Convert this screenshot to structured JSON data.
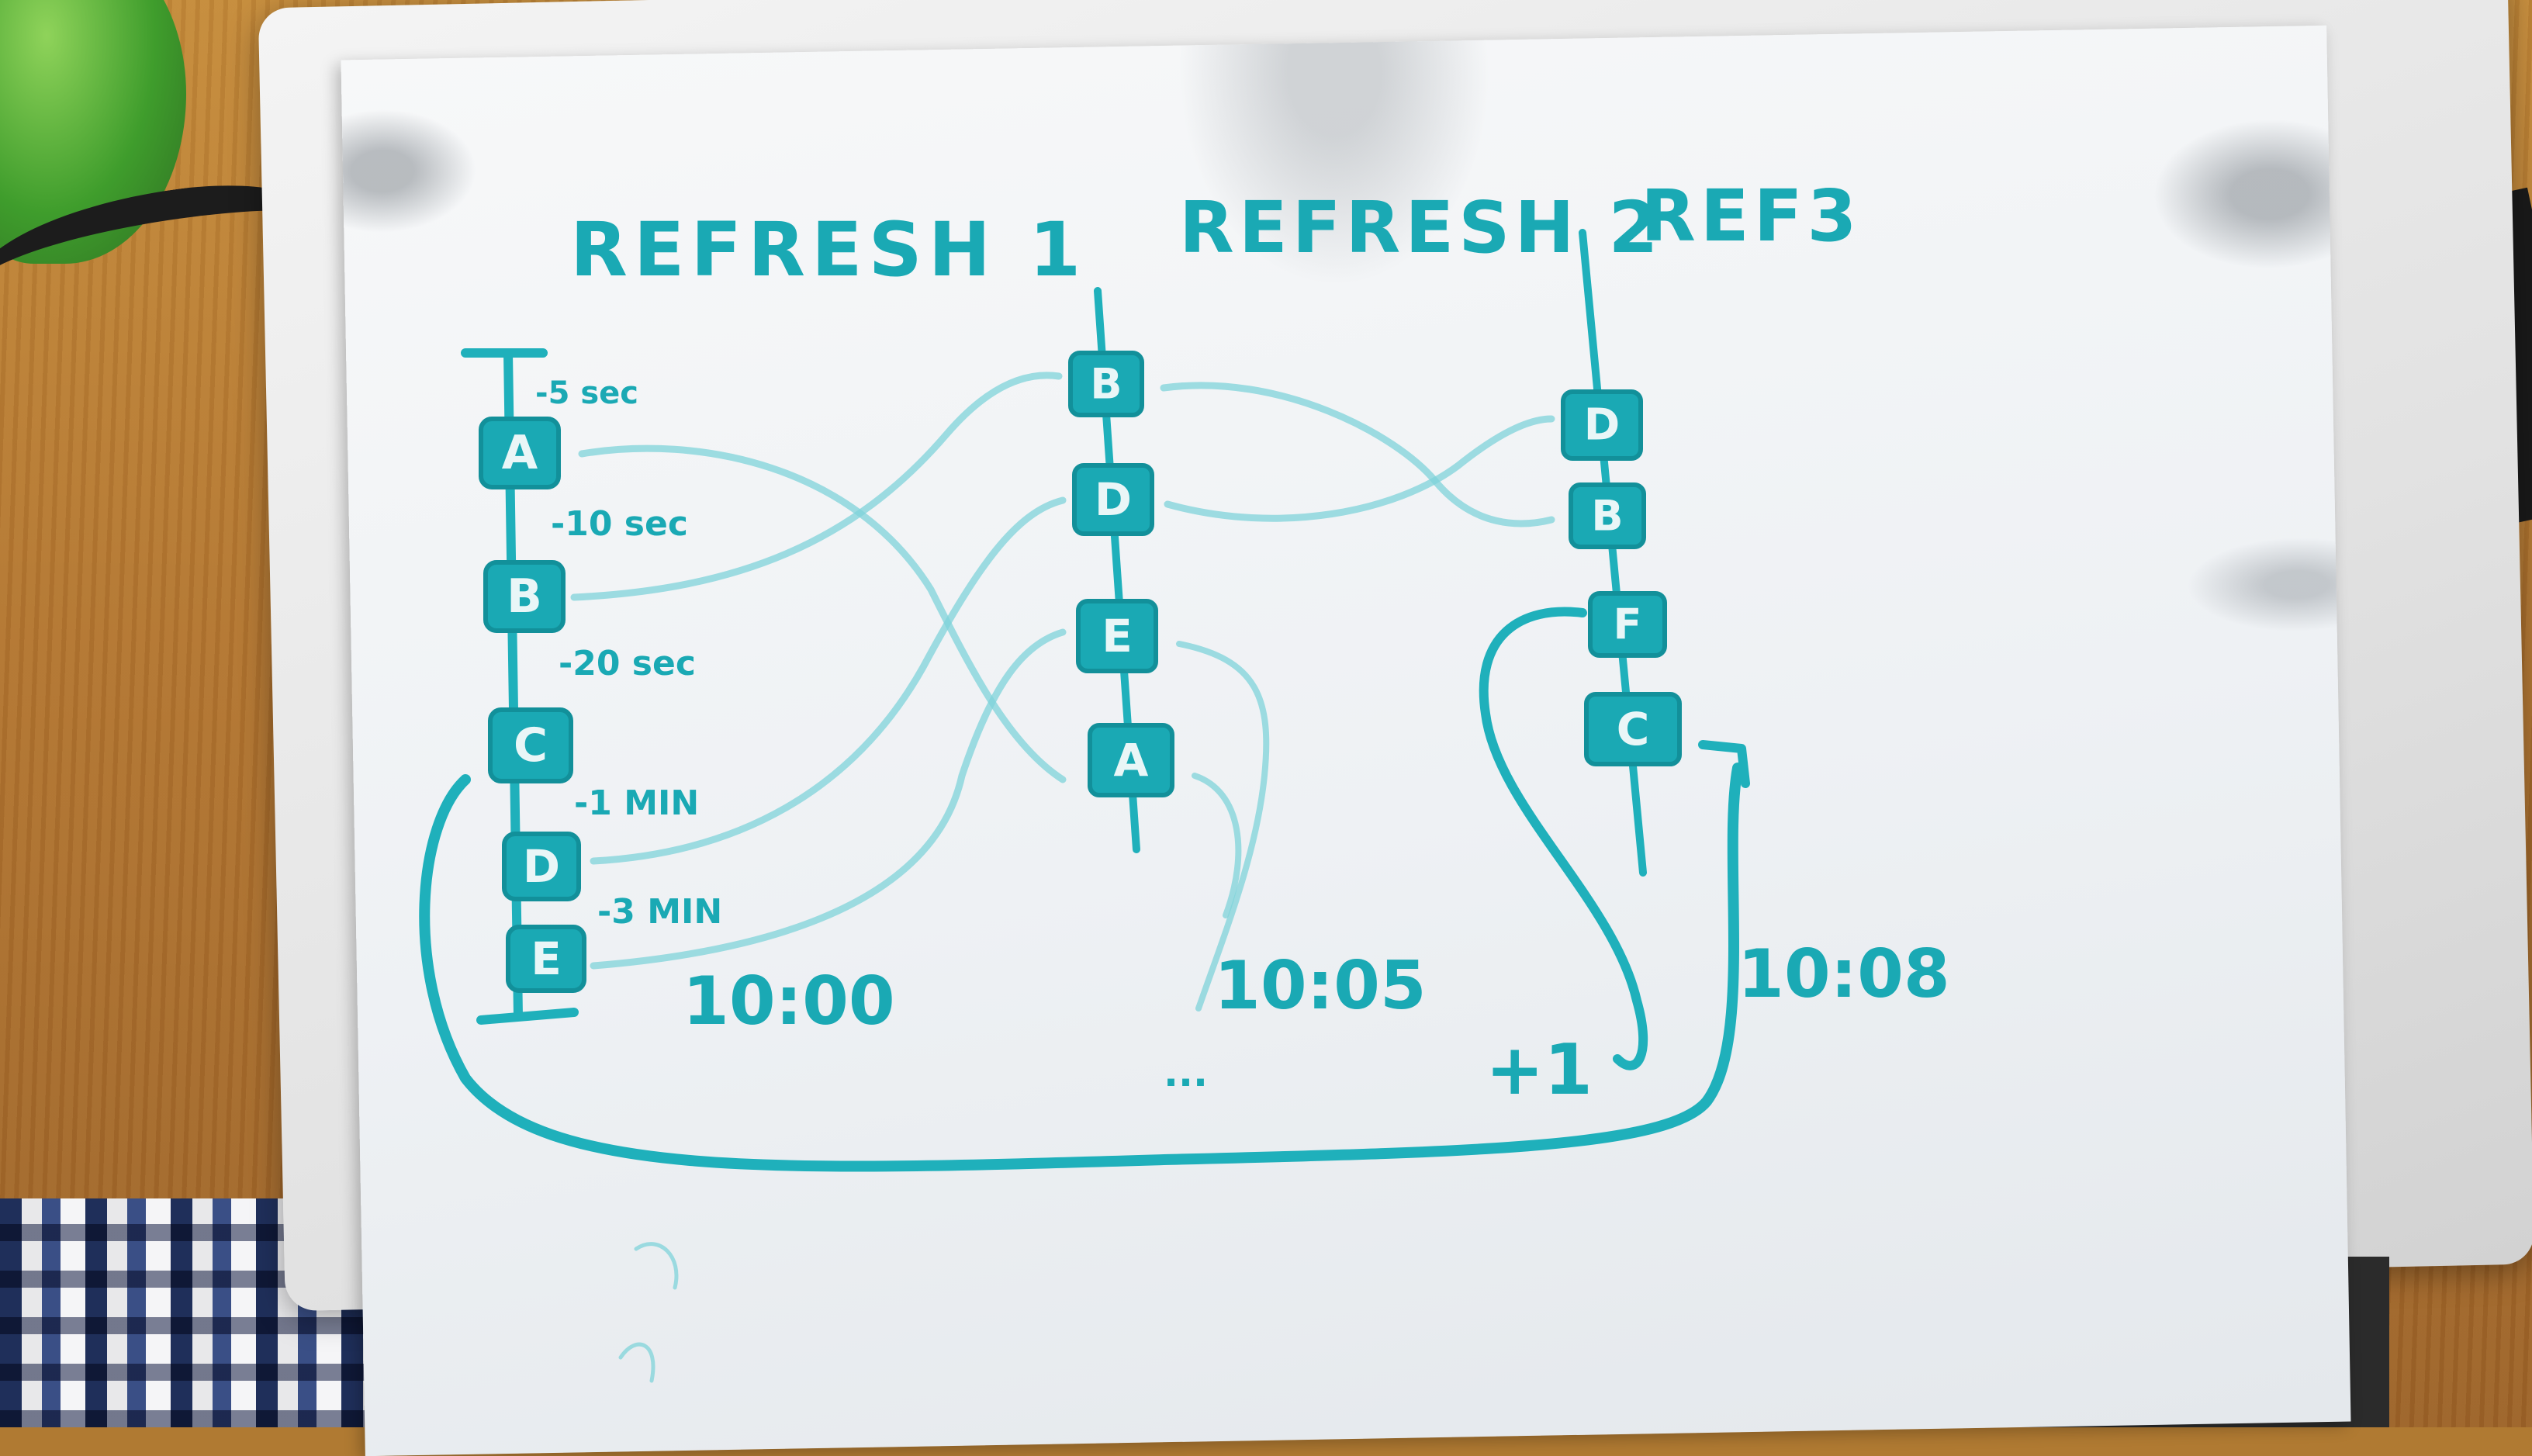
{
  "scene": {
    "description_colors": {
      "ink": "#1fb0bb",
      "board": "#f1f3f5",
      "table": "#b17430"
    }
  },
  "headings": {
    "refresh1": "REFRESH 1",
    "refresh2": "REFRESH 2",
    "ref3": "REF3"
  },
  "timeline1": {
    "items": [
      "A",
      "B",
      "C",
      "D",
      "E"
    ],
    "intervals": [
      "-5 sec",
      "-10 sec",
      "-20 sec",
      "-1 MIN",
      "-3 MIN"
    ],
    "time": "10:00"
  },
  "timeline2": {
    "items": [
      "B",
      "D",
      "E",
      "A"
    ],
    "time": "10:05",
    "ellipsis": "..."
  },
  "timeline3": {
    "items": [
      "D",
      "B",
      "F",
      "C"
    ],
    "time": "10:08",
    "plus": "+1"
  }
}
